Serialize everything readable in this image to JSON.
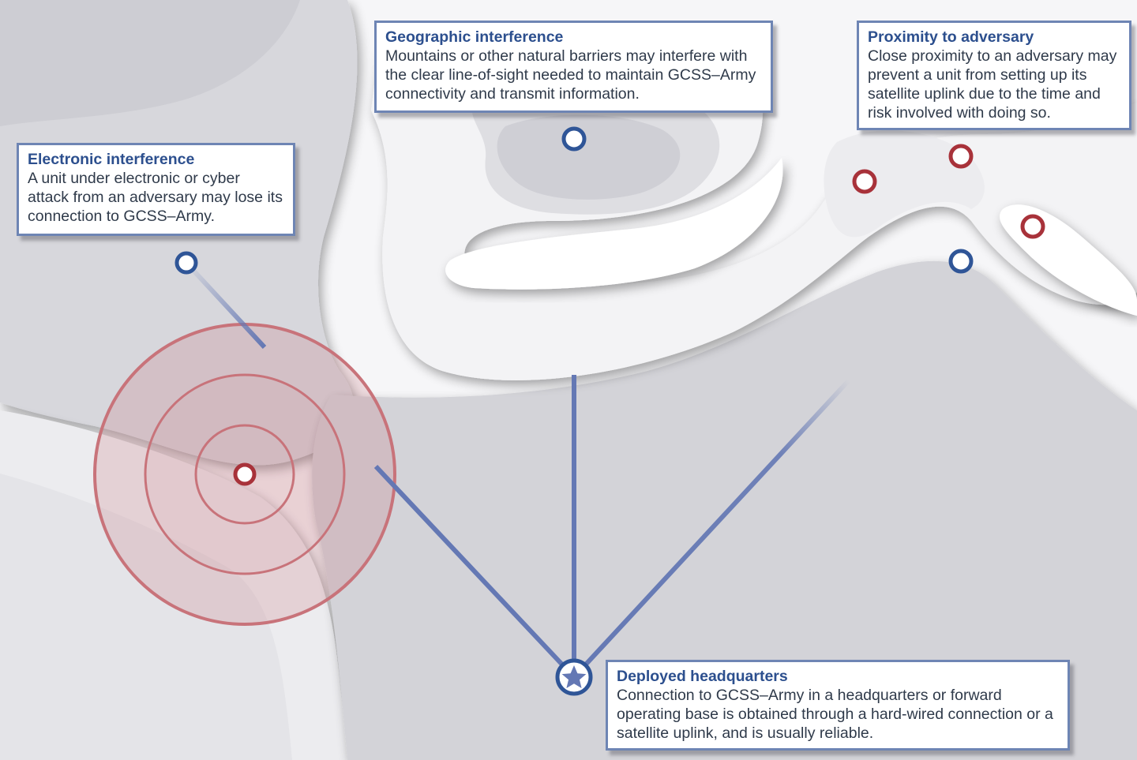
{
  "callouts": {
    "electronic": {
      "title": "Electronic interference",
      "body": "A unit under electronic or cyber attack from an adversary may lose its connection to GCSS–Army."
    },
    "geographic": {
      "title": "Geographic interference",
      "body": "Mountains or other natural barriers may interfere with the clear line-of-sight needed to maintain GCSS–Army connectivity and transmit information."
    },
    "proximity": {
      "title": "Proximity to adversary",
      "body": "Close proximity to an adversary may prevent a unit from setting up its satellite uplink due to the time and risk involved with doing so."
    },
    "headquarters": {
      "title": "Deployed headquarters",
      "body": "Connection to GCSS–Army in a headquarters or forward operating base is obtained through a hard-wired connection or a satellite uplink, and is usually reliable."
    }
  },
  "colors": {
    "friendly_marker": "#2f5597",
    "adversary_marker": "#a8323a",
    "link_line": "#6478b4",
    "jamming_zone": "#c8737a",
    "terrain_light": "#f4f4f6",
    "terrain_mid": "#e2e2e6",
    "terrain_dark": "#c9c9cf"
  },
  "icons": {
    "headquarters": "star-icon",
    "unit": "ring-marker-icon",
    "adversary": "ring-marker-icon"
  }
}
